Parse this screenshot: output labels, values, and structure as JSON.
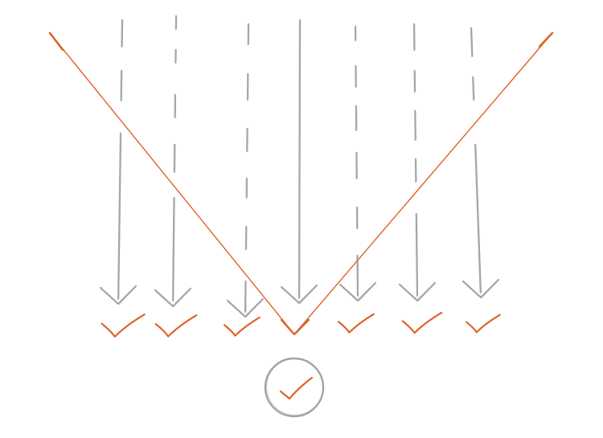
{
  "diagram": {
    "description_free": true,
    "colors": {
      "pencil": "#9a9a9a",
      "accent": "#e0622a",
      "background": "#ffffff"
    },
    "streams": [
      {
        "id": "stream-1",
        "line": "dashed",
        "arrow": true,
        "check": true
      },
      {
        "id": "stream-2",
        "line": "dashed",
        "arrow": true,
        "check": true
      },
      {
        "id": "stream-3",
        "line": "dashed",
        "arrow": true,
        "check": true
      },
      {
        "id": "stream-4",
        "line": "solid",
        "arrow": true,
        "check": true
      },
      {
        "id": "stream-5",
        "line": "dashed",
        "arrow": true,
        "check": true
      },
      {
        "id": "stream-6",
        "line": "dashed",
        "arrow": true,
        "check": true
      },
      {
        "id": "stream-7",
        "line": "dashed",
        "arrow": true,
        "check": true
      }
    ],
    "funnel": {
      "shape": "V",
      "converges_to": "stream-4"
    },
    "result": {
      "symbol": "circled-check"
    }
  }
}
